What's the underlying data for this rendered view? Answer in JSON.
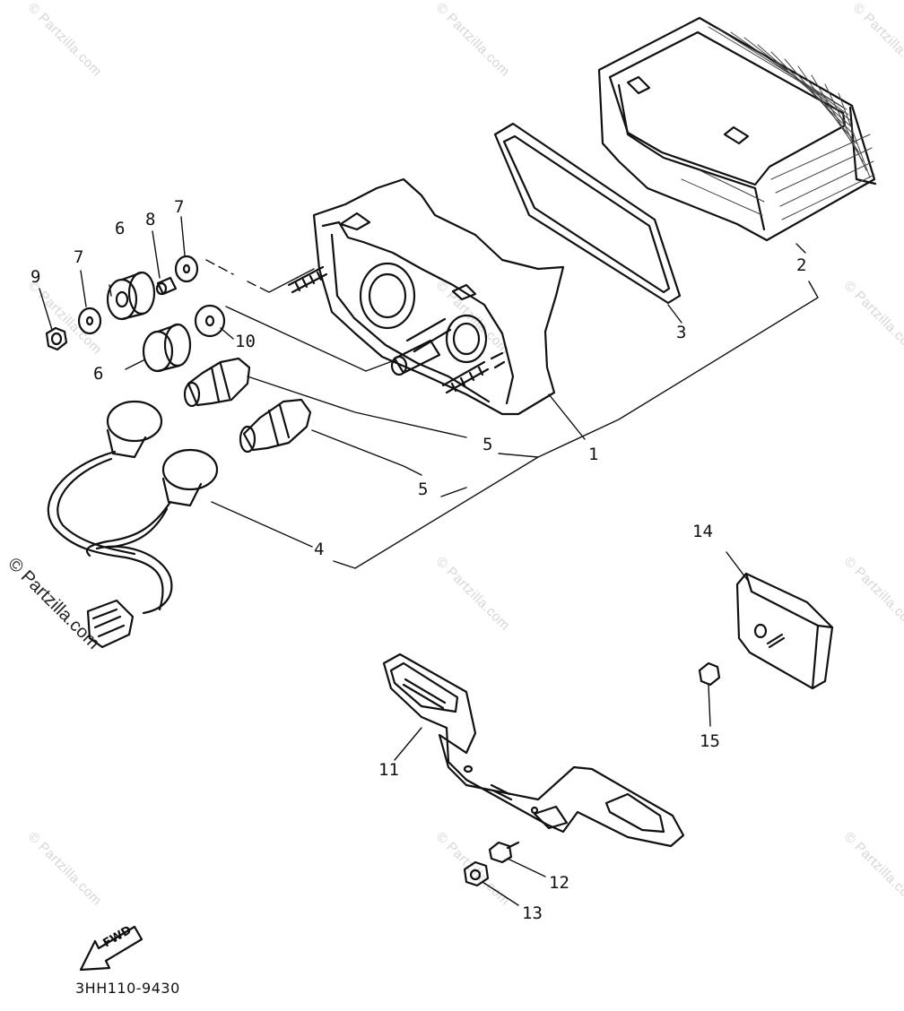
{
  "diagram": {
    "code": "3HH110-9430",
    "fwd_label": "FWD",
    "watermark": "© Partzilla.com",
    "callouts": [
      "1",
      "2",
      "3",
      "4",
      "5",
      "5",
      "6",
      "6",
      "7",
      "7",
      "8",
      "9",
      "10",
      "11",
      "12",
      "13",
      "14",
      "15"
    ]
  }
}
